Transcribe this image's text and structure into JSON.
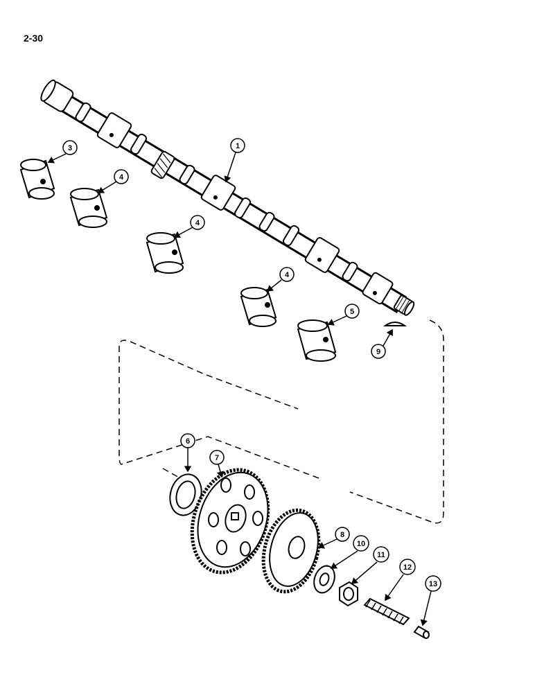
{
  "page_label": "2-30",
  "callouts": [
    {
      "num": "1"
    },
    {
      "num": "3"
    },
    {
      "num": "4"
    },
    {
      "num": "4"
    },
    {
      "num": "4"
    },
    {
      "num": "5"
    },
    {
      "num": "9"
    },
    {
      "num": "6"
    },
    {
      "num": "7"
    },
    {
      "num": "8"
    },
    {
      "num": "10"
    },
    {
      "num": "11"
    },
    {
      "num": "12"
    },
    {
      "num": "13"
    }
  ]
}
